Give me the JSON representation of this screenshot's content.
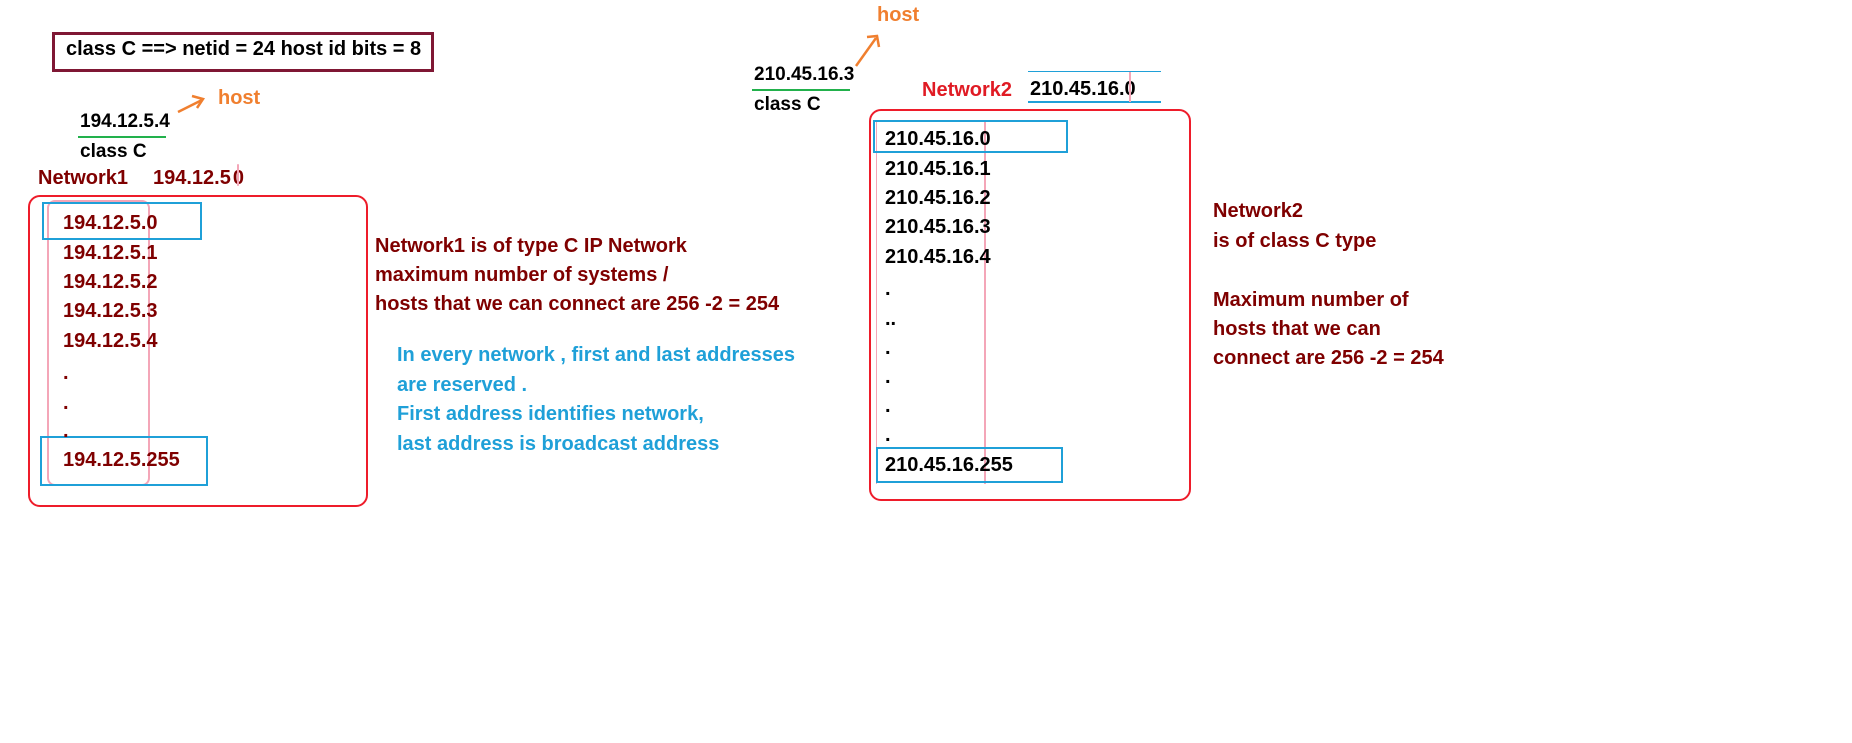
{
  "header": {
    "rule": "class C ==> netid = 24 host id bits = 8"
  },
  "network1": {
    "ip": "194.12.5.4",
    "class_label": "class C",
    "host_label": "host",
    "name": "Network1",
    "net_address": "194.12.5",
    "net_address_suffix": "0",
    "addresses": [
      "194.12.5.0",
      "194.12.5.1",
      "194.12.5.2",
      "194.12.5.3",
      "194.12.5.4",
      ".",
      ".",
      ".",
      "194.12.5.255"
    ],
    "description": [
      "Network1 is of type C IP Network",
      "maximum number of systems /",
      "hosts that we can connect are 256 -2 = 254"
    ]
  },
  "note": {
    "lines": [
      "In every network , first and last addresses",
      "are reserved .",
      "First address identifies network,",
      "last address is broadcast address"
    ]
  },
  "network2": {
    "ip": "210.45.16.3",
    "class_label": "class C",
    "host_label": "host",
    "name": "Network2",
    "net_address": "210.45.16.0",
    "addresses": [
      "210.45.16.0",
      "210.45.16.1",
      "210.45.16.2",
      "210.45.16.3",
      "210.45.16.4",
      ".",
      "..",
      ".",
      ".",
      ".",
      ".",
      "210.45.16.255"
    ],
    "description": [
      "Network2",
      "is of class C type",
      "",
      "Maximum number of",
      "hosts that we can",
      "connect are 256  -2 = 254"
    ]
  },
  "colors": {
    "maroon": "#7f0000",
    "orange": "#f07f2f",
    "blue": "#1fa0d8",
    "red": "#e01b24",
    "green": "#22b14c",
    "pink": "#f4a6b8"
  }
}
